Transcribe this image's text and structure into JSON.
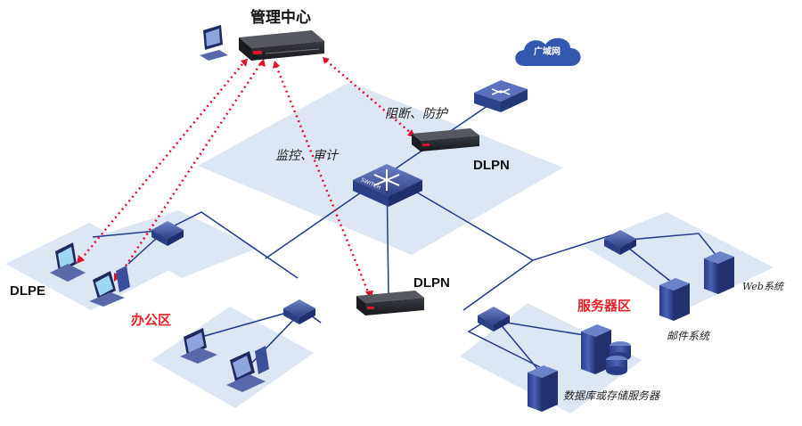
{
  "title": "管理中心",
  "labels": {
    "internet": "广域网",
    "block_protect": "阻断、防护",
    "monitor_audit": "监控、审计",
    "dlpn_top": "DLPN",
    "dlpn_mid": "DLPN",
    "dlpe": "DLPE",
    "office_zone": "办公区",
    "server_zone": "服务器区",
    "web_system": "Web系统",
    "mail_system": "邮件系统",
    "db_storage": "数据库或存储服务器",
    "switch_text": "SWITCH"
  },
  "colors": {
    "zone_fill": "#dde6f3",
    "link_line": "#1f3a8a",
    "mgmt_link": "#e0102a",
    "red_text": "#e8202a",
    "device_body": "#1d1f24",
    "switch_blue": "#3b56a8"
  }
}
